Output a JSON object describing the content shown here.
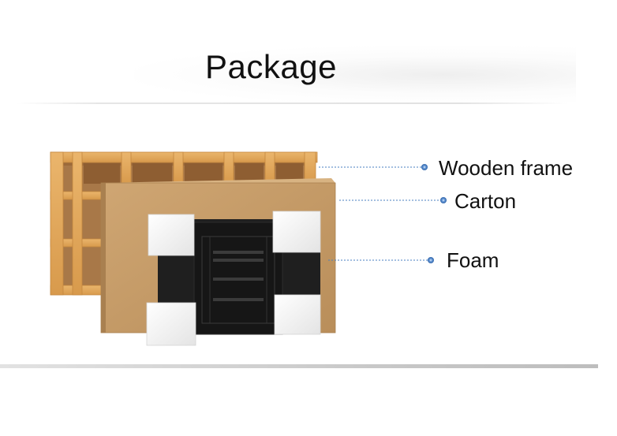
{
  "title": "Package",
  "callouts": [
    {
      "label": "Wooden frame",
      "target": "wooden-frame"
    },
    {
      "label": "Carton",
      "target": "carton"
    },
    {
      "label": "Foam",
      "target": "foam"
    }
  ],
  "colors": {
    "wood": "#e0a85c",
    "wood_inner": "#a7713f",
    "carton": "#c9a16c",
    "foam": "#f4f4f4",
    "screen": "#1c1c1c",
    "leader_line": "#4a7fc0"
  }
}
